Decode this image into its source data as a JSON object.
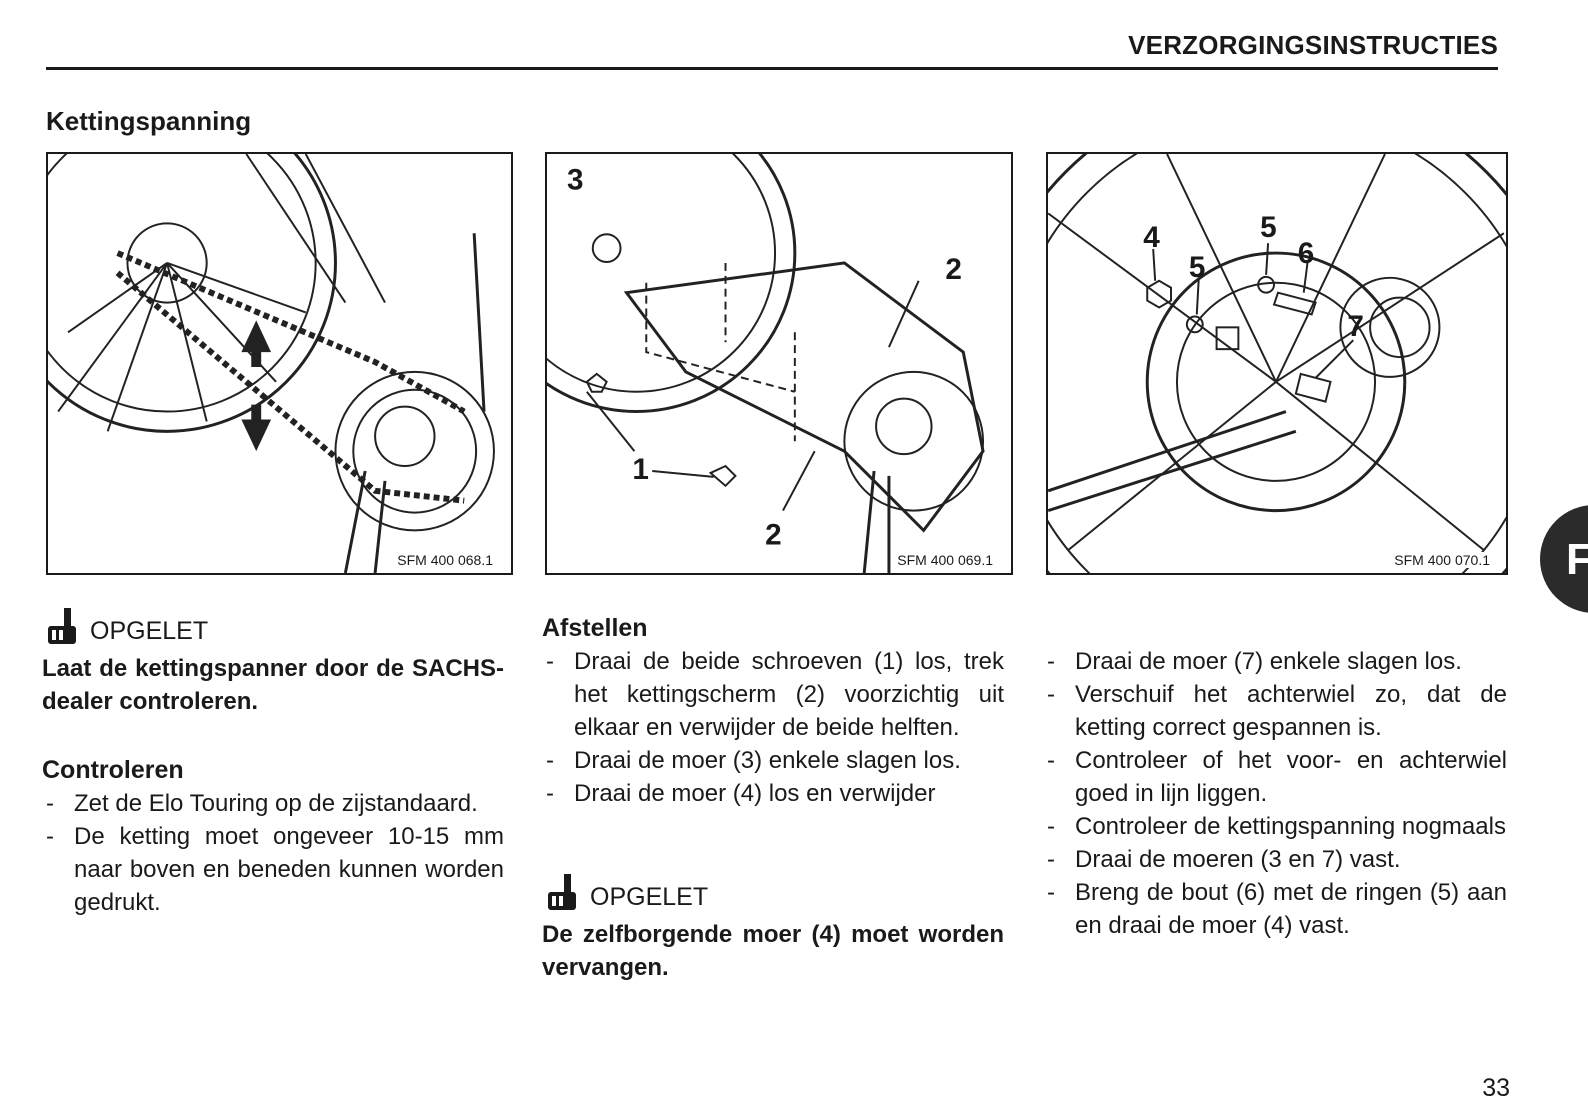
{
  "header": {
    "title": "VERZORGINGSINSTRUCTIES"
  },
  "section_title": "Kettingspanning",
  "figures": [
    {
      "code": "SFM 400 068.1",
      "callouts": []
    },
    {
      "code": "SFM 400 069.1",
      "callouts": [
        "3",
        "2",
        "1",
        "2"
      ]
    },
    {
      "code": "SFM 400 070.1",
      "callouts": [
        "4",
        "5",
        "5",
        "6",
        "7"
      ]
    }
  ],
  "col1": {
    "warning_label": "OPGELET",
    "warning_text": "Laat de kettingspanner door de SACHS-dealer controleren.",
    "subtitle": "Controleren",
    "steps": [
      "Zet de Elo Touring op de zijstandaard.",
      "De ketting moet ongeveer 10-15 mm naar boven en beneden kunnen worden gedrukt."
    ]
  },
  "col2": {
    "subtitle": "Afstellen",
    "steps": [
      "Draai de beide schroeven (1) los, trek het kettingscherm (2) voorzichtig uit elkaar en verwijder de beide helften.",
      "Draai de moer (3) enkele slagen los.",
      "Draai de moer (4) los en verwijder"
    ],
    "warning_label": "OPGELET",
    "warning_text": "De zelfborgende moer (4) moet worden vervangen."
  },
  "col3": {
    "steps": [
      "Draai de moer (7) enkele slagen los.",
      "Verschuif het achterwiel zo, dat de ketting correct gespannen is.",
      "Controleer of het voor- en achterwiel goed in lijn liggen.",
      "Controleer de kettingspanning nogmaals",
      "Draai de moeren (3 en 7) vast.",
      "Breng de bout (6) met de ringen (5) aan en draai de moer (4) vast."
    ]
  },
  "side_tab": "F",
  "page_number": "33"
}
